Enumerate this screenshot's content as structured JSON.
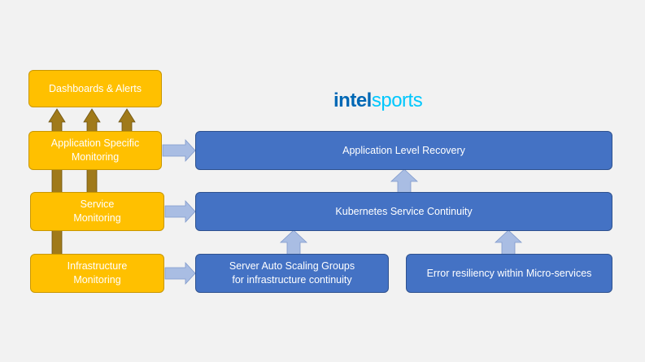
{
  "logo": {
    "brand": "intel",
    "product": "sports"
  },
  "monitoring": {
    "dashboards": "Dashboards & Alerts",
    "application": [
      "Application Specific",
      "Monitoring"
    ],
    "service": [
      "Service",
      "Monitoring"
    ],
    "infrastructure": [
      "Infrastructure",
      "Monitoring"
    ]
  },
  "capabilities": {
    "app_recovery": "Application Level Recovery",
    "k8s_continuity": "Kubernetes Service Continuity",
    "auto_scaling": [
      "Server Auto Scaling Groups",
      "for infrastructure continuity"
    ],
    "error_resiliency": "Error resiliency within Micro-services"
  },
  "colors": {
    "monitoring_fill": "#ffc000",
    "capability_fill": "#4472c4",
    "monitoring_arrow": "#a07a1a",
    "flow_arrow": "#a9bde3"
  }
}
